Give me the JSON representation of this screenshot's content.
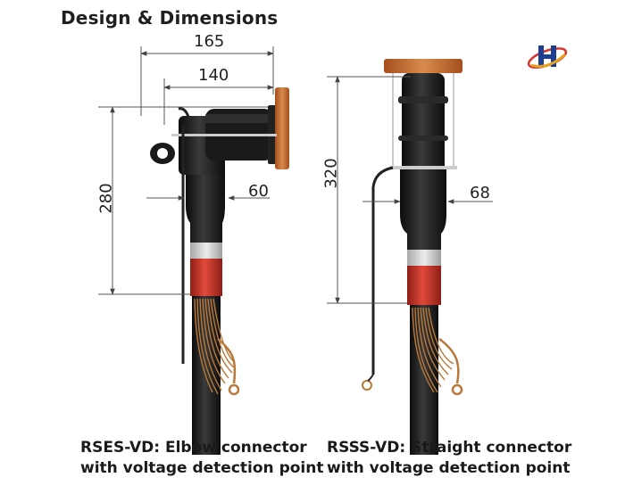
{
  "title": "Design & Dimensions",
  "logo_icon": "company-logo-icon",
  "colors": {
    "connector_body": "#1b1b1b",
    "flange": "#c96a2c",
    "stress_cone": "#c93227",
    "sleeve": "#d9d9d9",
    "copper_wire": "#b8793a",
    "dimension_line": "#555555"
  },
  "elbow": {
    "width_overall": "165",
    "width_body": "140",
    "height": "280",
    "diameter": "60",
    "caption_line1": "RSES-VD: Elbow connector",
    "caption_line2": "with voltage detection point"
  },
  "straight": {
    "height": "320",
    "diameter": "68",
    "caption_line1": "RSSS-VD: Straight connector",
    "caption_line2": "with voltage detection point"
  }
}
